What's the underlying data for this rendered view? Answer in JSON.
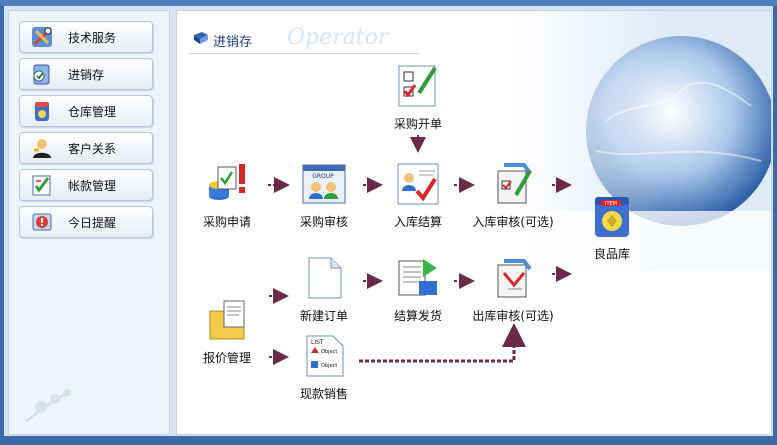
{
  "sidebar": {
    "items": [
      {
        "label": "技术服务",
        "icon": "tools-icon"
      },
      {
        "label": "进销存",
        "icon": "clipboard-icon"
      },
      {
        "label": "仓库管理",
        "icon": "warehouse-jar-icon"
      },
      {
        "label": "客户关系",
        "icon": "users-key-icon"
      },
      {
        "label": "帐款管理",
        "icon": "ledger-check-icon"
      },
      {
        "label": "今日提醒",
        "icon": "reminder-alert-icon"
      }
    ]
  },
  "main": {
    "header_title": "进销存",
    "watermark": "Operator",
    "nodes": {
      "purchase_order": "采购开单",
      "purchase_request": "采购申请",
      "purchase_review": "采购审核",
      "inbound_settle": "入库结算",
      "inbound_review": "入库审核(可选)",
      "good_stock": "良品库",
      "new_order": "新建订单",
      "settle_ship": "结算发货",
      "outbound_review": "出库审核(可选)",
      "quote_manage": "报价管理",
      "cash_sale": "现款销售"
    },
    "icon_text": {
      "group_badge": "GROUP",
      "stock_badge": "ITEM",
      "list_title": "LIST",
      "object_1": "Object",
      "object_2": "Object"
    }
  },
  "colors": {
    "frame": "#3a6aa8",
    "arrow": "#6b2a4a",
    "sidebar_bg": "#eef3fa"
  }
}
